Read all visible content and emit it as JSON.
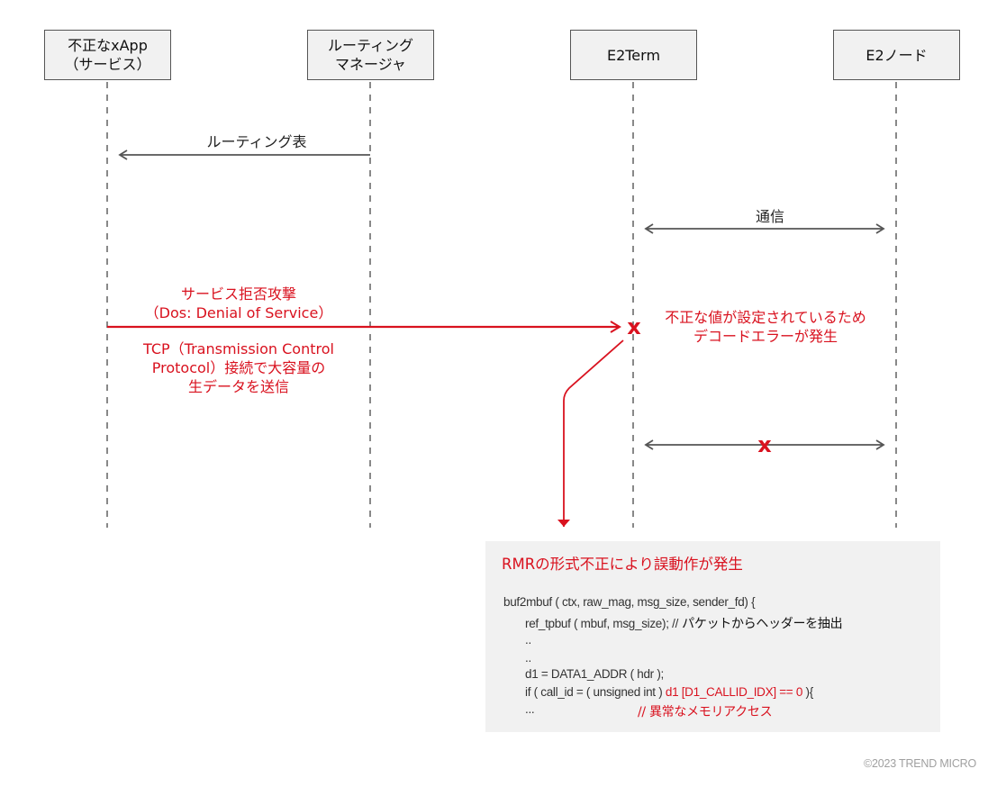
{
  "actors": [
    {
      "line1": "不正なxApp",
      "line2": "（サービス）"
    },
    {
      "line1": "ルーティング",
      "line2": "マネージャ"
    },
    {
      "line1": "E2Term",
      "line2": ""
    },
    {
      "line1": "E2ノード",
      "line2": ""
    }
  ],
  "messages": {
    "routing_table": "ルーティング表",
    "communication": "通信",
    "dos_line1": "サービス拒否攻撃",
    "dos_line2": "（Dos: Denial of Service）",
    "tcp_line1": "TCP（Transmission Control",
    "tcp_line2": "Protocol）接続で大容量の",
    "tcp_line3": "生データを送信",
    "error_line1": "不正な値が設定されているため",
    "error_line2": "デコードエラーが発生",
    "fail_mark": "x",
    "hit_mark": "x"
  },
  "code_box": {
    "title": "RMRの形式不正により誤動作が発生",
    "lines": [
      {
        "text": "buf2mbuf ( ctx, raw_mag, msg_size, sender_fd) {",
        "comment": ""
      },
      {
        "text": "ref_tpbuf ( mbuf, msg_size); //",
        "comment": " パケットからヘッダーを抽出"
      },
      {
        "text": "..",
        "comment": ""
      },
      {
        "text": "..",
        "comment": ""
      },
      {
        "text": "d1 = DATA1_ADDR ( hdr );",
        "comment": ""
      },
      {
        "text": "if ( call_id = ( unsigned int ) ",
        "highlight": "d1 [D1_CALLID_IDX] == 0",
        "tail": " ){"
      },
      {
        "text": "...",
        "comment": "// 異常なメモリアクセス"
      }
    ]
  },
  "footer": {
    "copyright": "©2023 TREND MICRO"
  },
  "colors": {
    "accent_red": "#d9121f",
    "box_fill": "#f1f1f1",
    "line_gray": "#555555"
  }
}
